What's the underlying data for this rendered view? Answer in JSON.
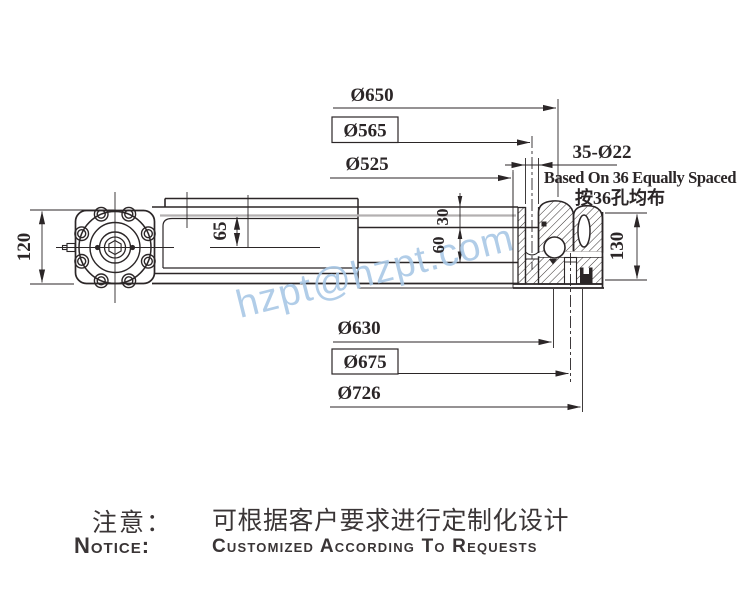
{
  "watermark": {
    "text": "hzpt@hzpt.com",
    "color": "#a9c8e6"
  },
  "drawing": {
    "top_dims": {
      "d650": "Ø650",
      "d565": "Ø565",
      "d525": "Ø525"
    },
    "hole_callout": {
      "spec": "35-Ø22",
      "note_en": "Based On 36 Equally Spaced",
      "note_cn": "按36孔均布"
    },
    "bottom_dims": {
      "d630": "Ø630",
      "d675": "Ø675",
      "d726": "Ø726"
    },
    "side_dims": {
      "flange_height": "120",
      "cavity_depth": "65",
      "step_upper": "30",
      "step_lower": "60",
      "bearing_height": "130"
    }
  },
  "notice": {
    "label_cn": "注意：",
    "text_cn": "可根据客户要求进行定制化设计",
    "label_en": "Notice:",
    "text_en": "Customized According To Requests"
  },
  "colors": {
    "line": "#2b2627",
    "gray_line": "#b3b0b1",
    "watermark": "#a9c8e6",
    "background": "#ffffff"
  }
}
